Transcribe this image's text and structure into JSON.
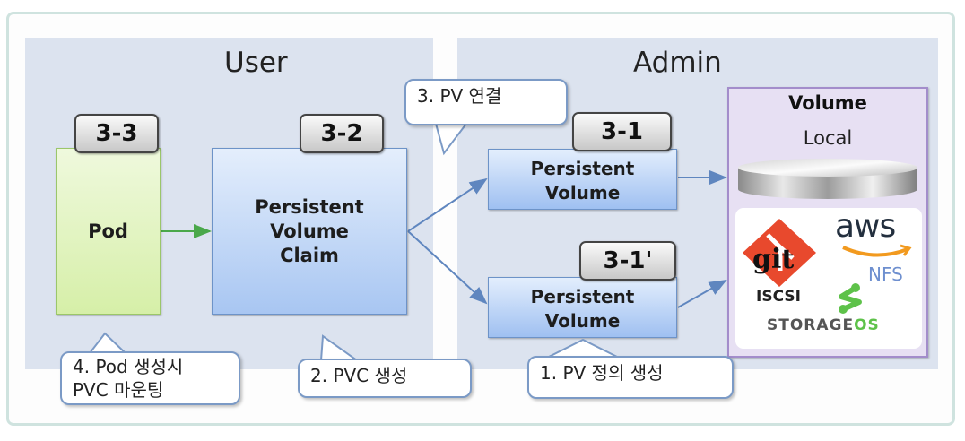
{
  "zones": {
    "user": "User",
    "admin": "Admin"
  },
  "nodes": {
    "pod": {
      "label": "Pod",
      "tag": "3-3"
    },
    "pvc": {
      "lines": [
        "Persistent",
        "Volume",
        "Claim"
      ],
      "tag": "3-2"
    },
    "pv1": {
      "lines": [
        "Persistent",
        "Volume"
      ],
      "tag": "3-1"
    },
    "pv2": {
      "lines": [
        "Persistent",
        "Volume"
      ],
      "tag": "3-1'"
    }
  },
  "volume": {
    "title": "Volume",
    "local": "Local",
    "providers": {
      "git": "git",
      "aws": "aws",
      "nfs": "NFS",
      "iscsi": "ISCSI",
      "storageos_a": "STORAGE",
      "storageos_b": "OS"
    }
  },
  "callouts": {
    "step3": "3. PV 연결",
    "step4_line1": "4. Pod 생성시",
    "step4_line2": "PVC 마운팅",
    "step2": "2. PVC 생성",
    "step1": "1. PV 정의 생성"
  },
  "colors": {
    "pod_green": "#d6efa8",
    "pv_blue": "#a8c6f2",
    "volume_purple": "#e7e0f3",
    "arrow_blue": "#5f86bf",
    "arrow_green": "#4aa84a",
    "git_red": "#e8492d",
    "aws_orange": "#f29a1f",
    "storageos_green": "#5ec24a"
  }
}
